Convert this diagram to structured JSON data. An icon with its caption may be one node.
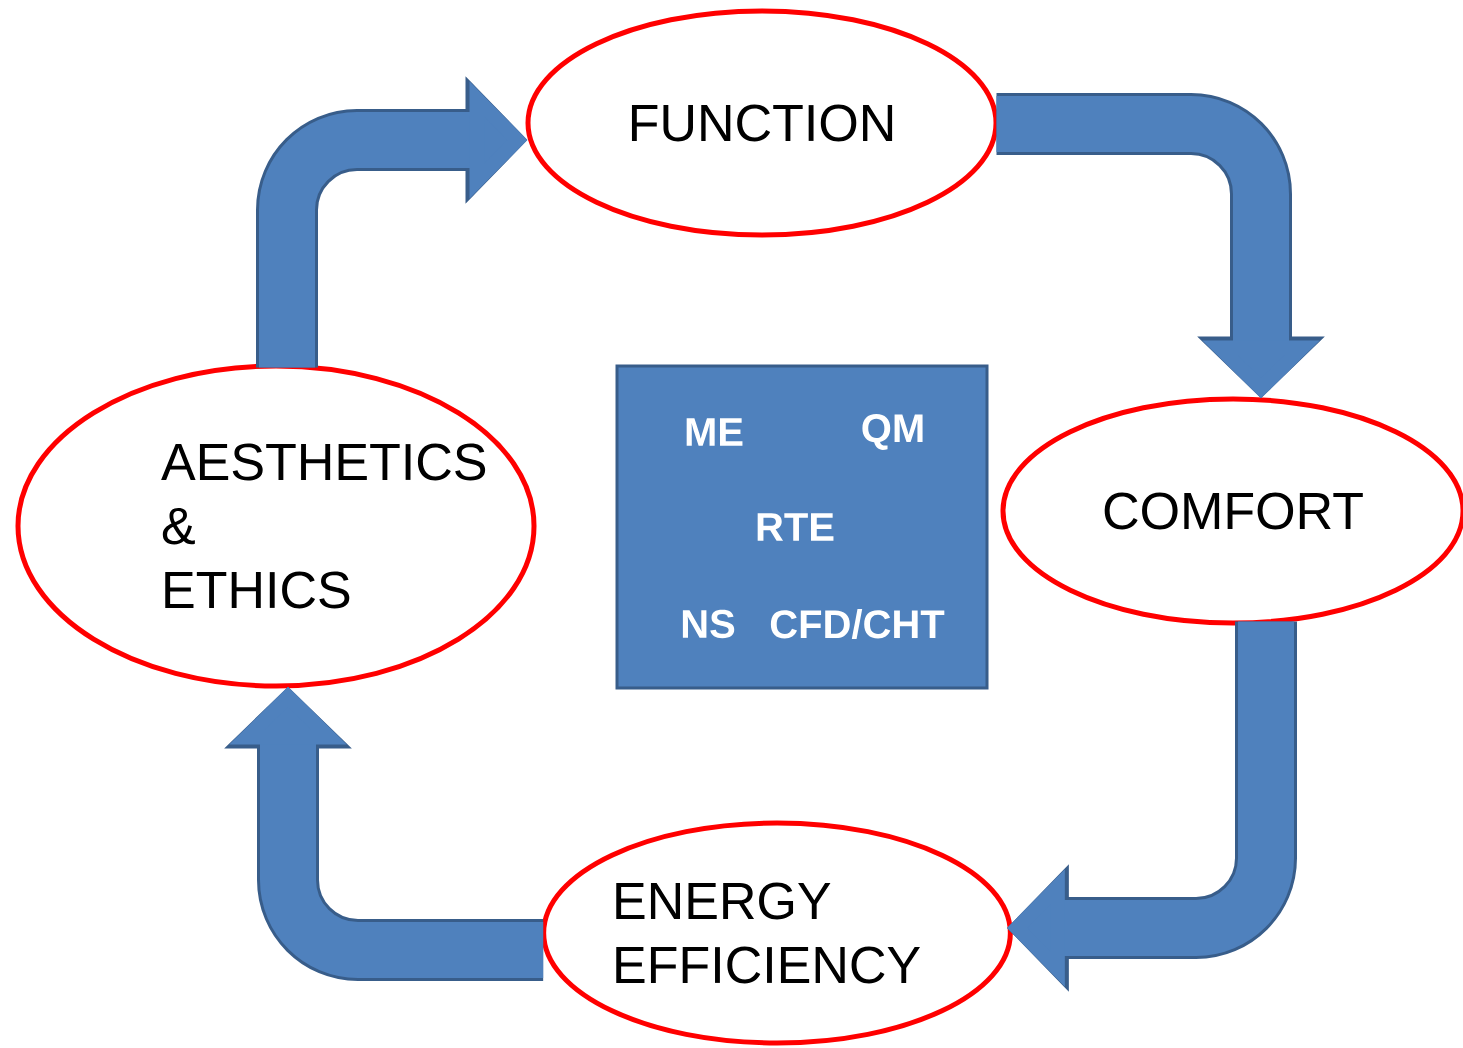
{
  "diagram": {
    "nodes": [
      {
        "text": [
          "FUNCTION"
        ]
      },
      {
        "text": [
          "COMFORT"
        ]
      },
      {
        "text": [
          "ENERGY EFFICIENCY"
        ]
      },
      {
        "text": [
          "AESTHETICS & ETHICS"
        ]
      },
      {
        "text": [
          "ME",
          "QM",
          "RTE",
          "NS",
          "CFD/CHT"
        ]
      }
    ],
    "edges": [
      {
        "from": 0,
        "to": 1,
        "arrow": "to"
      },
      {
        "from": 1,
        "to": 2,
        "arrow": "to"
      },
      {
        "from": 2,
        "to": 3,
        "arrow": "to"
      },
      {
        "from": 3,
        "to": 0,
        "arrow": "to"
      }
    ]
  }
}
